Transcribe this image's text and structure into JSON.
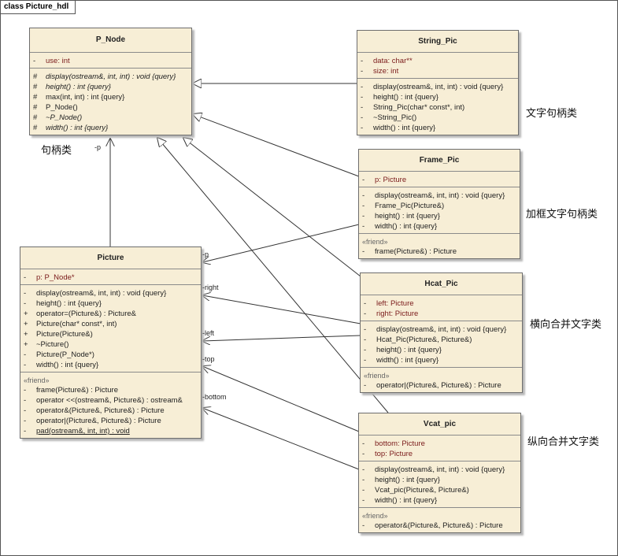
{
  "frame": {
    "title": "class Picture_hdl"
  },
  "classes": {
    "p_node": {
      "name": "P_Node",
      "attributes": [
        {
          "vis": "-",
          "text": "use:  int"
        }
      ],
      "operations": [
        {
          "vis": "#",
          "text": "display(ostream&, int, int) : void {query}"
        },
        {
          "vis": "#",
          "text": "height() : int {query}"
        },
        {
          "vis": "#",
          "text": "max(int, int) : int {query}"
        },
        {
          "vis": "#",
          "text": "P_Node()"
        },
        {
          "vis": "#",
          "text": "~P_Node()"
        },
        {
          "vis": "#",
          "text": "width() : int {query}"
        }
      ]
    },
    "string_pic": {
      "name": "String_Pic",
      "attributes": [
        {
          "vis": "-",
          "text": "data:  char**"
        },
        {
          "vis": "-",
          "text": "size:  int"
        }
      ],
      "operations": [
        {
          "vis": "-",
          "text": "display(ostream&, int, int) : void {query}"
        },
        {
          "vis": "-",
          "text": "height() : int {query}"
        },
        {
          "vis": "-",
          "text": "String_Pic(char* const*, int)"
        },
        {
          "vis": "-",
          "text": "~String_Pic()"
        },
        {
          "vis": "-",
          "text": "width() : int {query}"
        }
      ]
    },
    "frame_pic": {
      "name": "Frame_Pic",
      "attributes": [
        {
          "vis": "-",
          "text": "p:  Picture"
        }
      ],
      "operations": [
        {
          "vis": "-",
          "text": "display(ostream&, int, int) : void {query}"
        },
        {
          "vis": "-",
          "text": "Frame_Pic(Picture&)"
        },
        {
          "vis": "-",
          "text": "height() : int {query}"
        },
        {
          "vis": "-",
          "text": "width() : int {query}"
        }
      ],
      "friend_label": "«friend»",
      "friends": [
        {
          "vis": "-",
          "text": "frame(Picture&) : Picture"
        }
      ]
    },
    "picture": {
      "name": "Picture",
      "attributes": [
        {
          "vis": "-",
          "text": "p:  P_Node*"
        }
      ],
      "operations": [
        {
          "vis": "-",
          "text": "display(ostream&, int, int) : void {query}"
        },
        {
          "vis": "-",
          "text": "height() : int {query}"
        },
        {
          "vis": "+",
          "text": "operator=(Picture&) : Picture&"
        },
        {
          "vis": "+",
          "text": "Picture(char* const*, int)"
        },
        {
          "vis": "+",
          "text": "Picture(Picture&)"
        },
        {
          "vis": "+",
          "text": "~Picture()"
        },
        {
          "vis": "-",
          "text": "Picture(P_Node*)"
        },
        {
          "vis": "-",
          "text": "width() : int {query}"
        }
      ],
      "friend_label": "«friend»",
      "friends": [
        {
          "vis": "-",
          "text": "frame(Picture&) : Picture"
        },
        {
          "vis": "-",
          "text": "operator <<(ostream&, Picture&) : ostream&"
        },
        {
          "vis": "-",
          "text": "operator&(Picture&, Picture&) : Picture"
        },
        {
          "vis": "-",
          "text": "operator|(Picture&, Picture&) : Picture"
        },
        {
          "vis": "-",
          "text": "pad(ostream&, int, int) : void"
        }
      ]
    },
    "hcat_pic": {
      "name": "Hcat_Pic",
      "attributes": [
        {
          "vis": "-",
          "text": "left:  Picture"
        },
        {
          "vis": "-",
          "text": "right:  Picture"
        }
      ],
      "operations": [
        {
          "vis": "-",
          "text": "display(ostream&, int, int) : void {query}"
        },
        {
          "vis": "-",
          "text": "Hcat_Pic(Picture&, Picture&)"
        },
        {
          "vis": "-",
          "text": "height() : int {query}"
        },
        {
          "vis": "-",
          "text": "width() : int {query}"
        }
      ],
      "friend_label": "«friend»",
      "friends": [
        {
          "vis": "-",
          "text": "operator|(Picture&, Picture&) : Picture"
        }
      ]
    },
    "vcat_pic": {
      "name": "Vcat_pic",
      "attributes": [
        {
          "vis": "-",
          "text": "bottom:  Picture"
        },
        {
          "vis": "-",
          "text": "top:  Picture"
        }
      ],
      "operations": [
        {
          "vis": "-",
          "text": "display(ostream&, int, int) : void {query}"
        },
        {
          "vis": "-",
          "text": "height() : int {query}"
        },
        {
          "vis": "-",
          "text": "Vcat_pic(Picture&, Picture&)"
        },
        {
          "vis": "-",
          "text": "width() : int {query}"
        }
      ],
      "friend_label": "«friend»",
      "friends": [
        {
          "vis": "-",
          "text": "operator&(Picture&, Picture&) : Picture"
        }
      ]
    }
  },
  "notes": {
    "handle": "句柄类",
    "string_handle": "文字句柄类",
    "frame_handle": "加框文字句柄类",
    "hcat_handle": "横向合并文字类",
    "vcat_handle": "纵向合并文字类"
  },
  "edge_labels": {
    "picture_p": "-p",
    "frame_p": "-p",
    "right": "-right",
    "left": "-left",
    "top": "-top",
    "bottom": "-bottom"
  }
}
